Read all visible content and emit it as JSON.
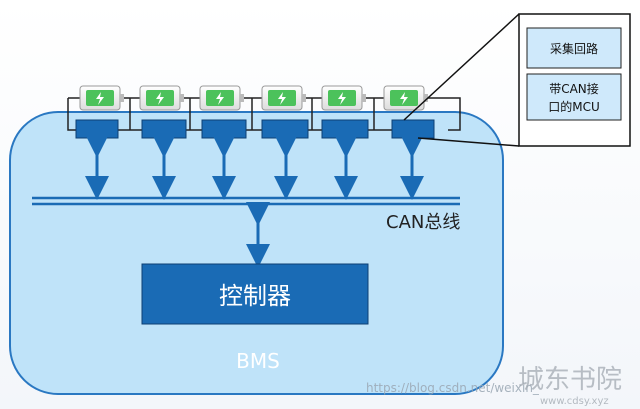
{
  "diagram": {
    "bus_label": "CAN总线",
    "controller_label": "控制器",
    "system_label": "BMS",
    "detail": {
      "item1": "采集回路",
      "item2_line1": "带CAN接",
      "item2_line2": "口的MCU"
    },
    "cell_count": 6,
    "colors": {
      "bms_fill": "#bfe3f9",
      "bms_stroke": "#2a78c2",
      "module_fill": "#1a6bb5",
      "arrow": "#1a6bb5",
      "battery_fill": "#4cc25b",
      "controller_fill": "#1a6bb5",
      "detail_fill": "#cfe9fb"
    }
  },
  "watermark": {
    "url": "https://blog.csdn.net/weixin_",
    "brand": "城东书院",
    "brand_url": "www.cdsy.xyz"
  }
}
